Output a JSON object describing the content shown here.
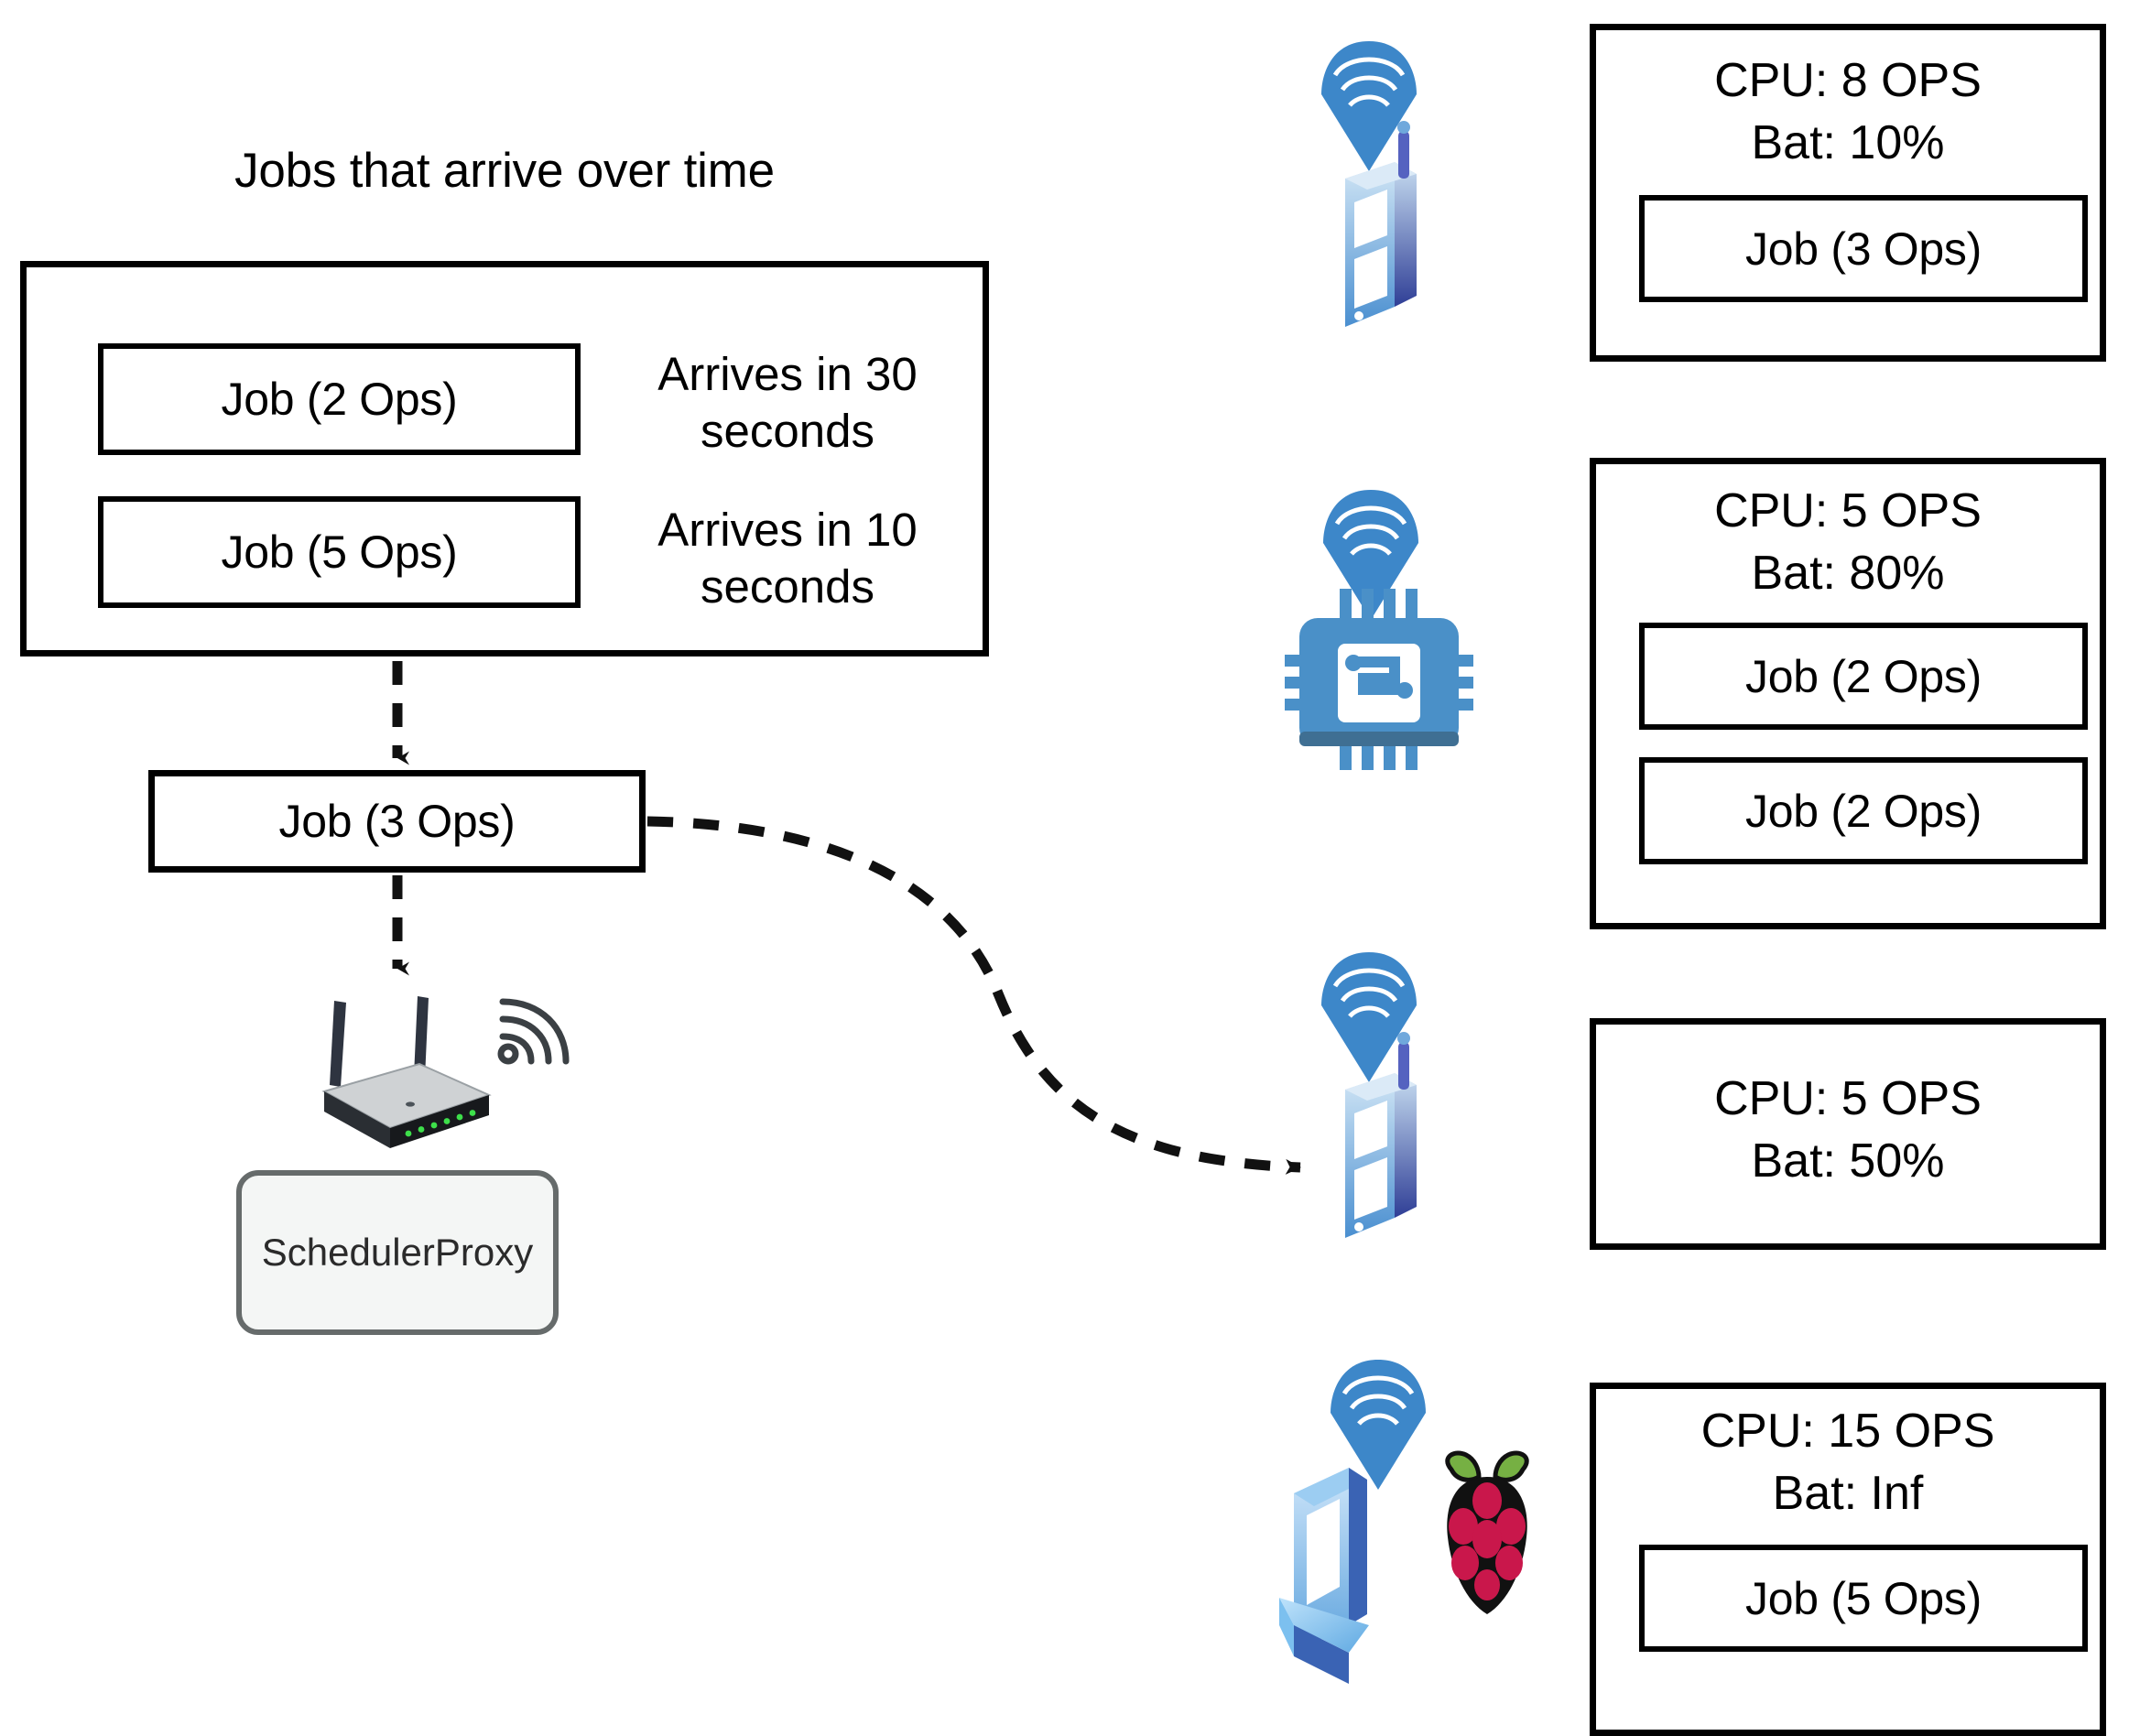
{
  "diagram": {
    "title": "Jobs that arrive over time",
    "queue": {
      "jobs": [
        {
          "label": "Job (2 Ops)",
          "arrival": "Arrives in 30\nseconds"
        },
        {
          "label": "Job (5 Ops)",
          "arrival": "Arrives in 10\nseconds"
        }
      ]
    },
    "dispatched_job": {
      "label": "Job (3 Ops)"
    },
    "scheduler": {
      "label": "SchedulerProxy",
      "router_icon": "wifi-router-icon",
      "signal_icon": "wifi-signal-icon"
    },
    "devices": [
      {
        "icon": "smartphone-icon",
        "wifi_icon": "wifi-signal-icon",
        "info": "CPU: 8 OPS\nBat: 10%",
        "cpu": "CPU: 8 OPS",
        "battery": "Bat: 10%",
        "jobs": [
          "Job (3 Ops)"
        ]
      },
      {
        "icon": "microchip-icon",
        "wifi_icon": "wifi-signal-icon",
        "info": "CPU: 5 OPS\nBat: 80%",
        "cpu": "CPU: 5 OPS",
        "battery": "Bat: 80%",
        "jobs": [
          "Job (2 Ops)",
          "Job (2 Ops)"
        ]
      },
      {
        "icon": "smartphone-icon",
        "wifi_icon": "wifi-signal-icon",
        "info": "CPU: 5 OPS\nBat: 50%",
        "cpu": "CPU: 5 OPS",
        "battery": "Bat: 50%",
        "jobs": []
      },
      {
        "icon": "laptop-icon",
        "badge_icon": "raspberry-pi-icon",
        "wifi_icon": "wifi-signal-icon",
        "info": "CPU: 15 OPS\nBat: Inf",
        "cpu": "CPU: 15 OPS",
        "battery": "Bat: Inf",
        "jobs": [
          "Job (5 Ops)"
        ]
      }
    ],
    "colors": {
      "stroke": "#000000",
      "device_blue": "#4a90c8",
      "device_blue_dark": "#3b5ba8",
      "proxy_border": "#666b6b",
      "proxy_fill": "#f4f6f5",
      "raspberry_red": "#c9174b",
      "raspberry_green": "#76b043"
    }
  }
}
